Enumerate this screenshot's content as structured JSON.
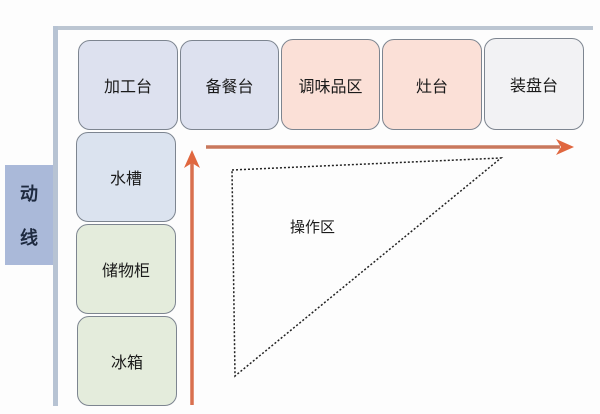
{
  "side_label": [
    "动",
    "线"
  ],
  "top_row": [
    "加工台",
    "备餐台",
    "调味品区",
    "灶台",
    "装盘台"
  ],
  "left_column": [
    "水槽",
    "储物柜",
    "冰箱"
  ],
  "work_area_label": "操作区",
  "colors": {
    "arrow": "#e0673f",
    "frame": "#b7c3d3",
    "label_bg": "#aab9d9"
  }
}
